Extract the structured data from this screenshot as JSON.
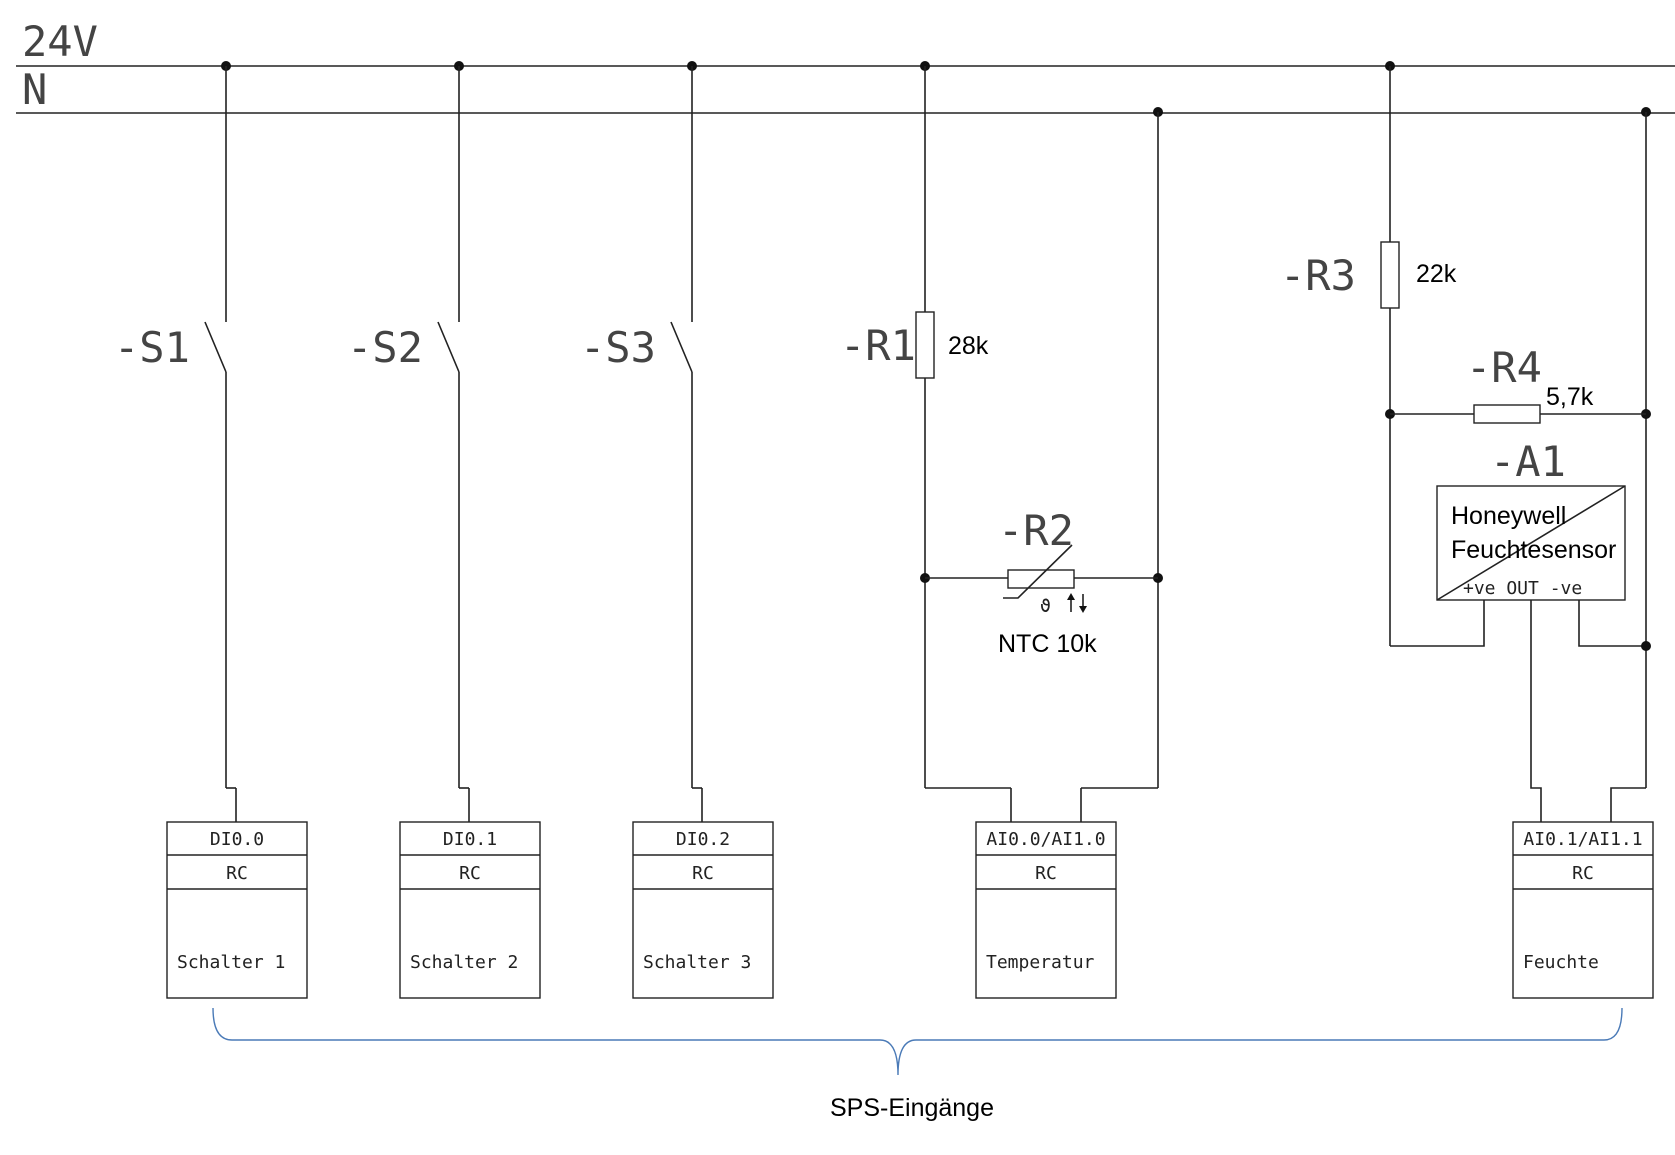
{
  "rails": {
    "top": "24V",
    "bottom": "N"
  },
  "switches": [
    {
      "tag": "-S1"
    },
    {
      "tag": "-S2"
    },
    {
      "tag": "-S3"
    }
  ],
  "resistors": {
    "r1": {
      "tag": "-R1",
      "value": "28k"
    },
    "r2": {
      "tag": "-R2",
      "value": "NTC 10k",
      "symbol": "ϑ"
    },
    "r3": {
      "tag": "-R3",
      "value": "22k"
    },
    "r4": {
      "tag": "-R4",
      "value": "5,7k"
    }
  },
  "sensor": {
    "tag": "-A1",
    "line1": "Honeywell",
    "line2": "Feuchtesensor",
    "pins": "+ve OUT -ve"
  },
  "plc_inputs": [
    {
      "address": "DI0.0",
      "module": "RC",
      "name": "Schalter 1"
    },
    {
      "address": "DI0.1",
      "module": "RC",
      "name": "Schalter 2"
    },
    {
      "address": "DI0.2",
      "module": "RC",
      "name": "Schalter 3"
    },
    {
      "address": "AI0.0/AI1.0",
      "module": "RC",
      "name": "Temperatur"
    },
    {
      "address": "AI0.1/AI1.1",
      "module": "RC",
      "name": "Feuchte"
    }
  ],
  "group_label": "SPS-Eingänge"
}
